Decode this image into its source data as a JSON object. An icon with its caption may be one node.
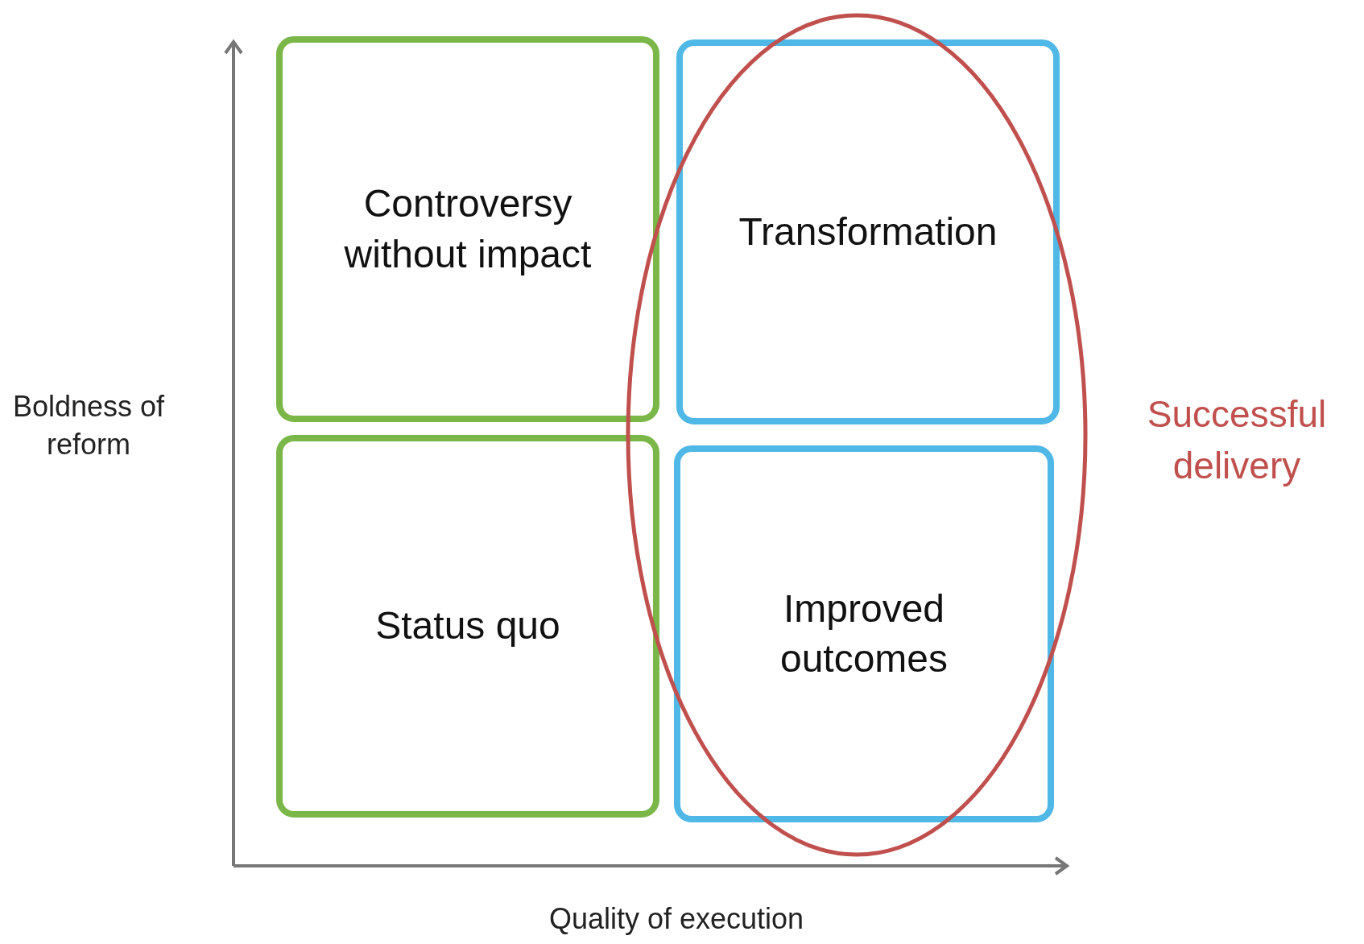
{
  "diagram": {
    "nodes": [
      {
        "text": [
          "Controversy without impact"
        ]
      },
      {
        "text": [
          "Transformation"
        ]
      },
      {
        "text": [
          "Status quo"
        ]
      },
      {
        "text": [
          "Improved outcomes"
        ]
      },
      {
        "text": [
          "Successful delivery"
        ]
      }
    ],
    "edges": [],
    "labels": [
      "Boldness of reform",
      "Quality of execution"
    ]
  }
}
